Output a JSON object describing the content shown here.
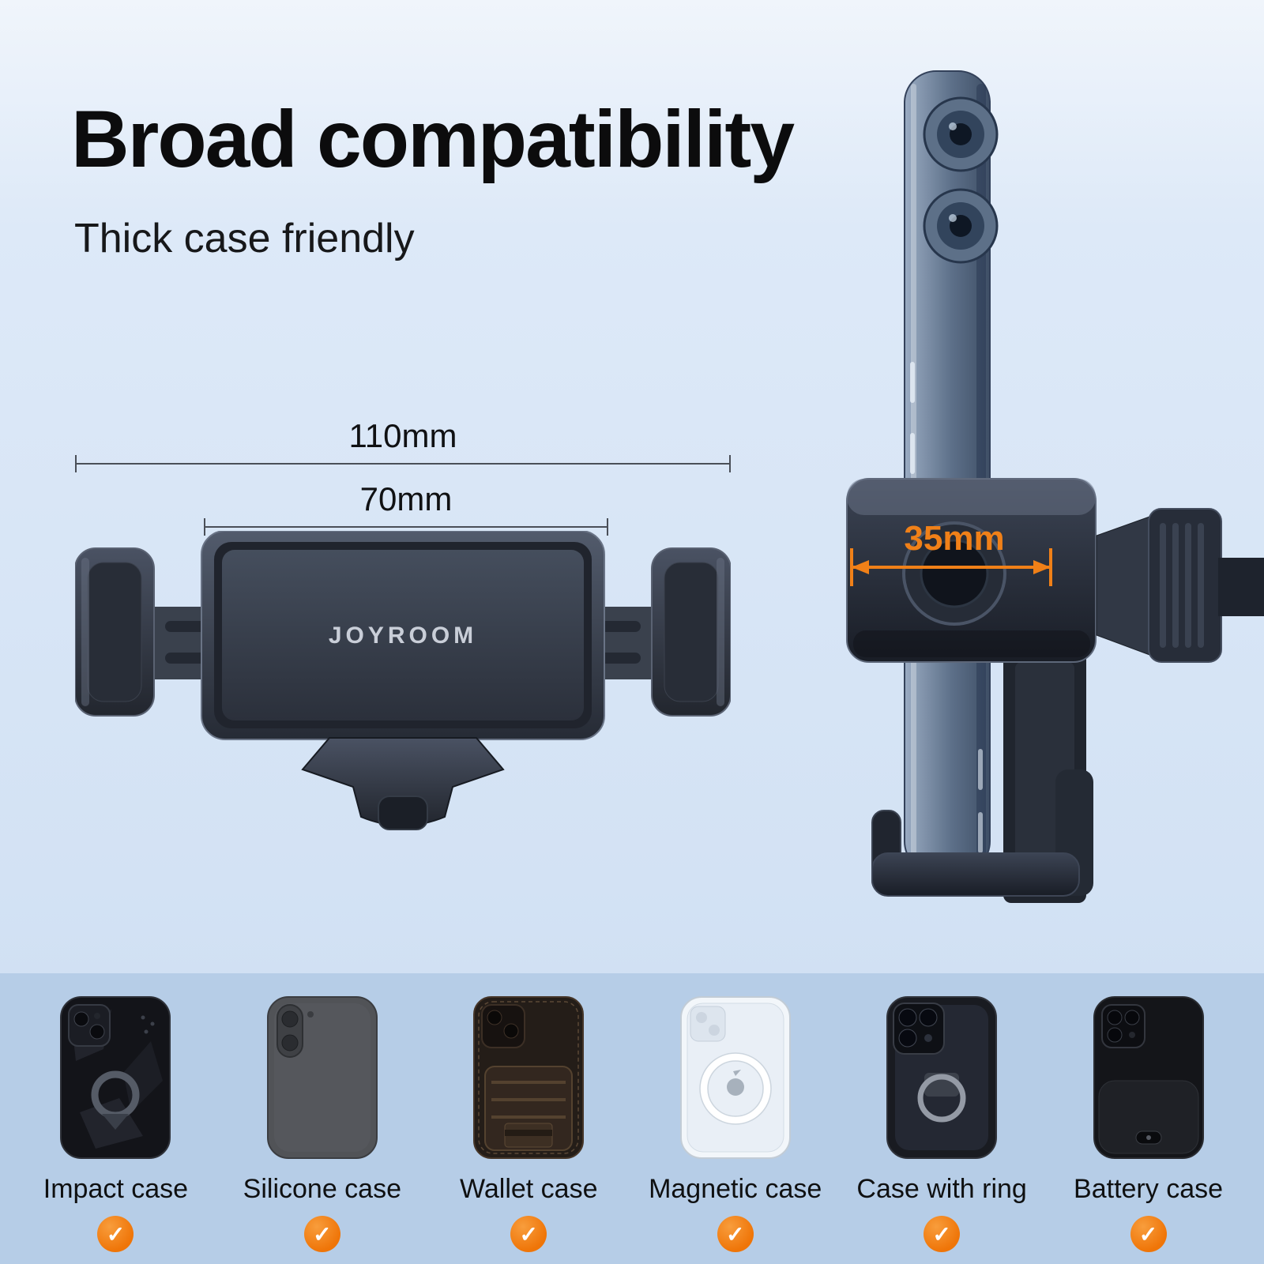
{
  "header": {
    "title": "Broad compatibility",
    "subtitle": "Thick case friendly"
  },
  "measurements": {
    "outer_width": "110mm",
    "inner_width": "70mm",
    "clamp_depth": "35mm"
  },
  "brand": {
    "name": "JOYROOM"
  },
  "colors": {
    "accent_orange": "#f08018",
    "background_top": "#dde9f8",
    "background_bottom": "#b6cde7",
    "text": "#101113",
    "holder_dark": "#262b35"
  },
  "cases": [
    {
      "label": "Impact case",
      "checked": true
    },
    {
      "label": "Silicone case",
      "checked": true
    },
    {
      "label": "Wallet case",
      "checked": true
    },
    {
      "label": "Magnetic case",
      "checked": true
    },
    {
      "label": "Case with ring",
      "checked": true
    },
    {
      "label": "Battery case",
      "checked": true
    }
  ],
  "icons": {
    "check": "✓"
  }
}
